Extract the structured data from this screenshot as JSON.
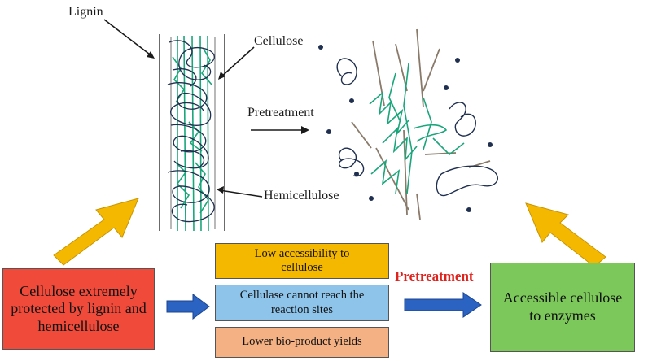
{
  "illustration": {
    "labels": {
      "lignin": "Lignin",
      "cellulose": "Cellulose",
      "pretreatment": "Pretreatment",
      "hemicellulose": "Hemicellulose"
    }
  },
  "flow": {
    "left_box": "Cellulose extremely protected by lignin and hemicellulose",
    "issues": [
      "Low accessibility to cellulose",
      "Cellulase cannot reach the reaction sites",
      "Lower bio-product yields"
    ],
    "pretreatment_label": "Pretreatment",
    "right_box": "Accessible cellulose to enzymes"
  },
  "colors": {
    "left_box": "#f04a3a",
    "issue_1": "#f5b800",
    "issue_2": "#8ec4ea",
    "issue_3": "#f4b183",
    "right_box": "#7dc85a",
    "pretreatment_text": "#e0221c",
    "flow_arrow": "#2a63c2",
    "up_arrow": "#f5b800",
    "cellulose_fiber": "#1aa67a",
    "lignin_fiber": "#1f2f4f"
  }
}
